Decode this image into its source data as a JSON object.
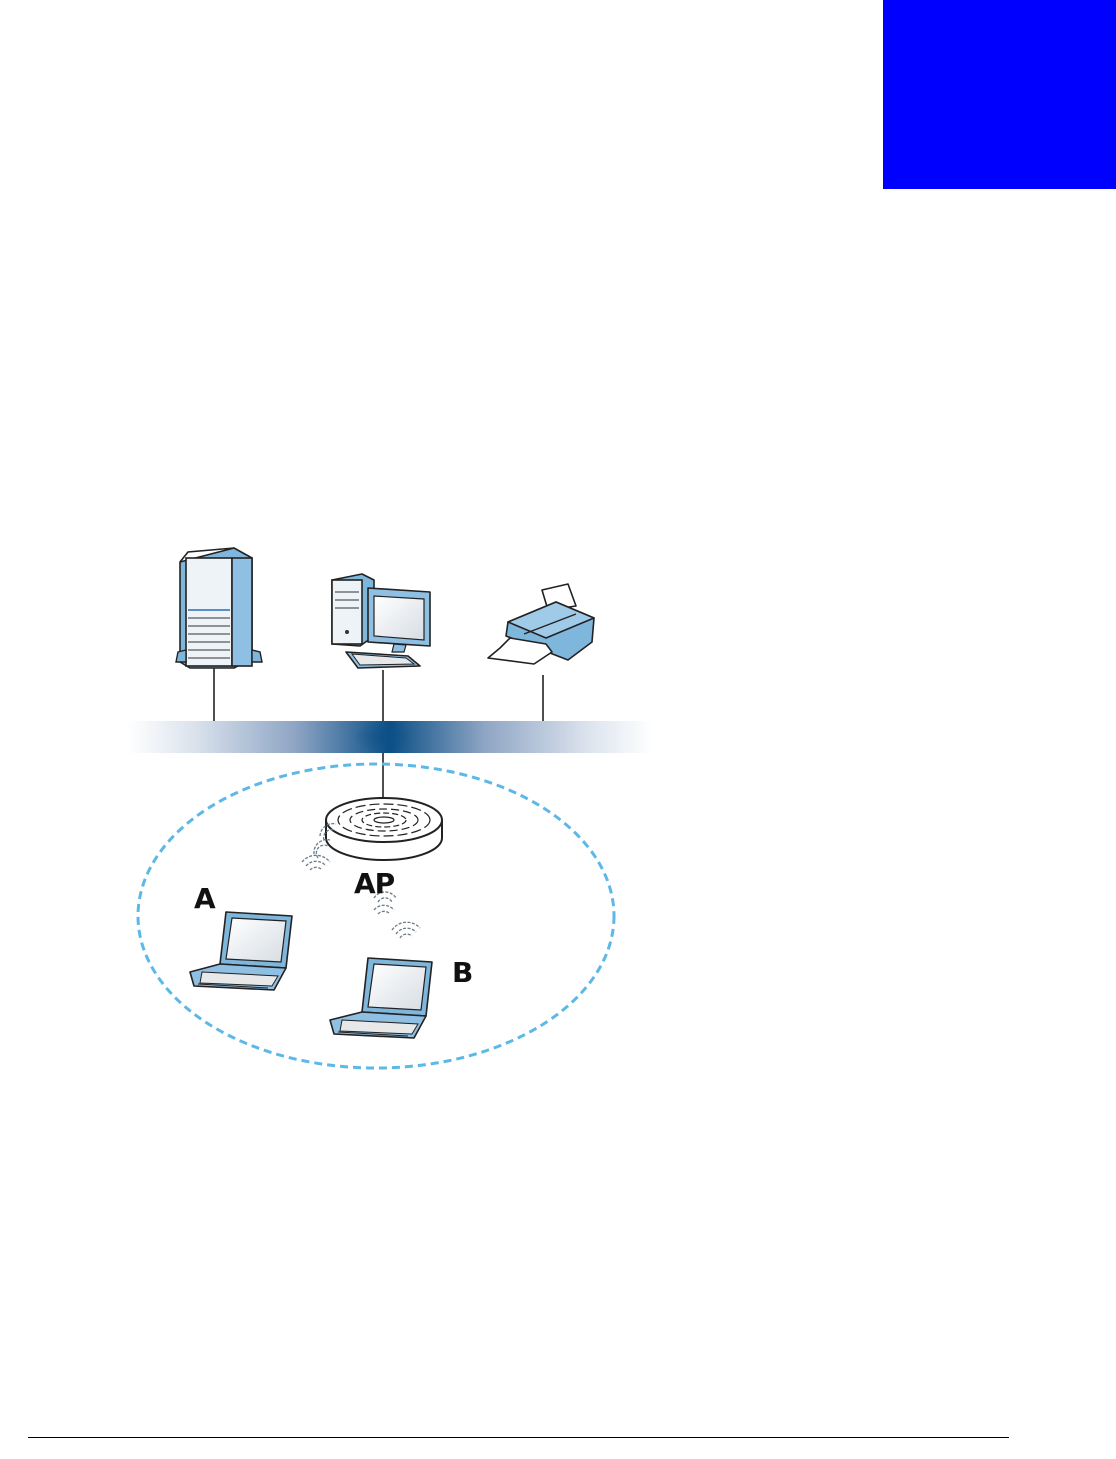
{
  "colors": {
    "chapter_tab": "#0000ff",
    "wlan_boundary": "#5cb8e6",
    "backbone_center": "#0b4f86",
    "device_blue": "#7fb6dc",
    "footer_rule": "#000000"
  },
  "chapter_tab": {
    "icon": "solid-blue-tab"
  },
  "diagram": {
    "labels": {
      "station_a": "A",
      "access_point": "AP",
      "station_b": "B"
    },
    "icons": {
      "server": "server-tower-icon",
      "desktop": "desktop-computer-icon",
      "printer": "printer-icon",
      "access_point": "wireless-access-point-icon",
      "laptop_a": "laptop-icon",
      "laptop_b": "laptop-icon",
      "signal": "wireless-signal-icon"
    }
  }
}
